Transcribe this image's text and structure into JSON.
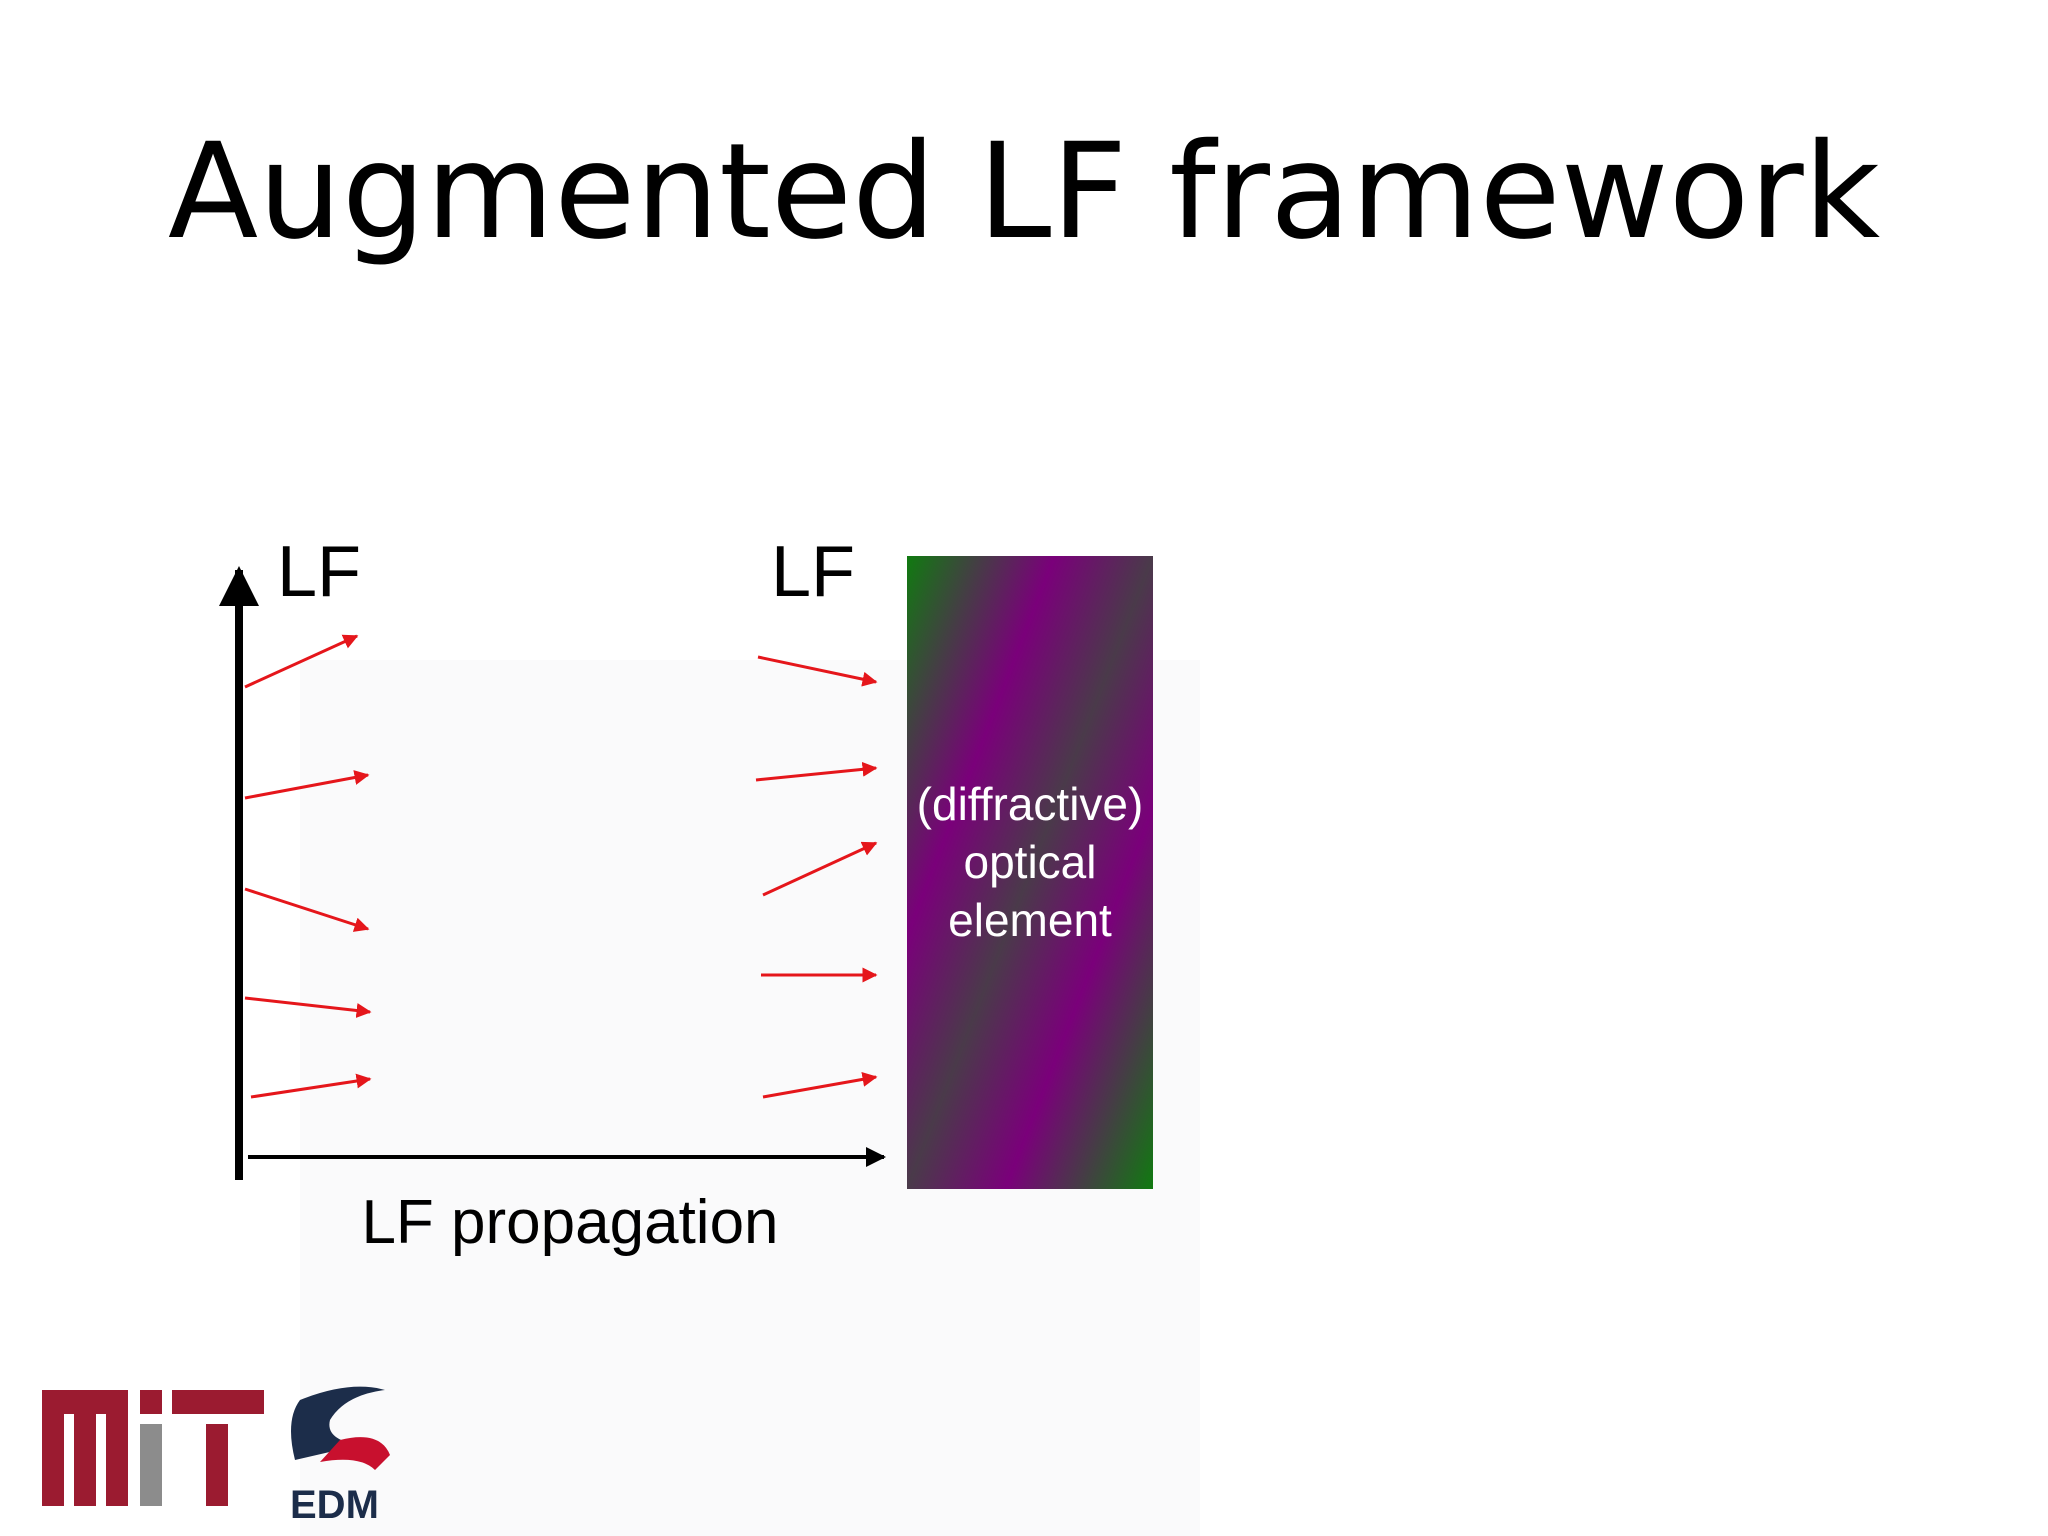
{
  "slide": {
    "title": "Augmented LF framework"
  },
  "diagram": {
    "left_axis_label": "LF",
    "right_axis_label": "LF",
    "propagation_label": "LF propagation",
    "element_label_lines": [
      "(diffractive)",
      "optical",
      "element"
    ],
    "ray_color": "#e5161b",
    "element_gradient_colors": [
      "#107a10",
      "#7a007a",
      "#107a10"
    ]
  },
  "logo": {
    "text": "EDM",
    "mit_red": "#9b1b30",
    "mit_gray": "#8c8c8c"
  }
}
